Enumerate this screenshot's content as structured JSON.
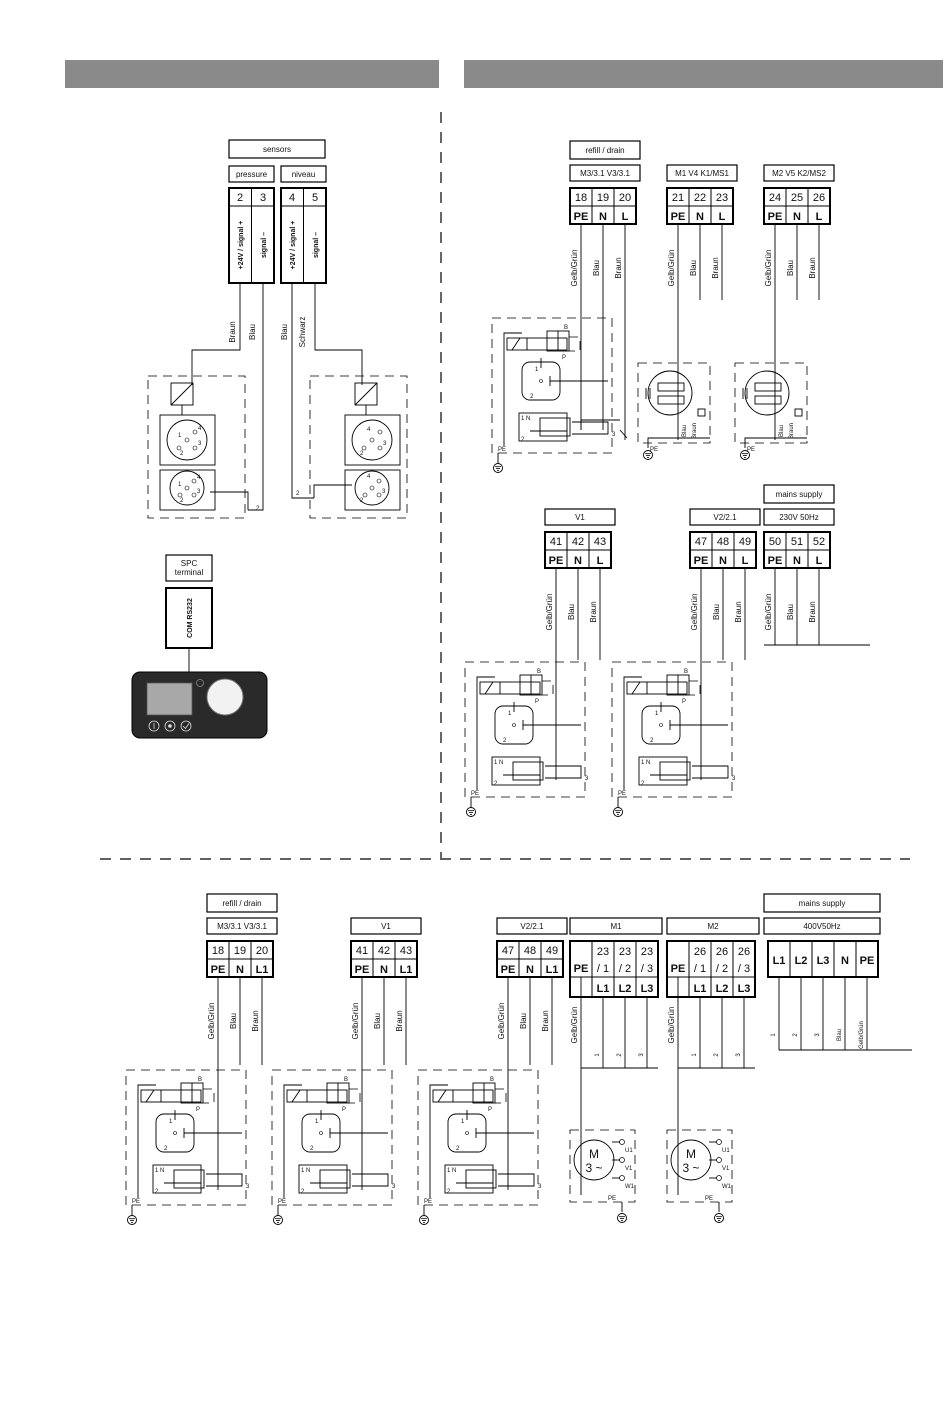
{
  "sensors": {
    "title": "sensors",
    "groups": [
      "pressure",
      "niveau"
    ],
    "terminals": [
      "2",
      "3",
      "4",
      "5"
    ],
    "signals": [
      "+24V / signal +",
      "signal –",
      "+24V / signal +",
      "signal –"
    ],
    "wires": [
      "Braun",
      "Blau",
      "Blau",
      "Schwarz"
    ]
  },
  "spc": {
    "title": "SPC terminal",
    "port": "COM RS232"
  },
  "single_phase": {
    "blocks": [
      {
        "header": "refill / drain",
        "label": "M3/3.1  V3/3.1",
        "terminals": [
          "18",
          "19",
          "20"
        ],
        "pins": [
          "PE",
          "N",
          "L"
        ],
        "wires": [
          "Gelb/Grün",
          "Blau",
          "Braun"
        ]
      },
      {
        "header": "",
        "label": "M1 V4  K1/MS1",
        "terminals": [
          "21",
          "22",
          "23"
        ],
        "pins": [
          "PE",
          "N",
          "L"
        ],
        "wires": [
          "Gelb/Grün",
          "Blau",
          "Braun"
        ]
      },
      {
        "header": "",
        "label": "M2 V5  K2/MS2",
        "terminals": [
          "24",
          "25",
          "26"
        ],
        "pins": [
          "PE",
          "N",
          "L"
        ],
        "wires": [
          "Gelb/Grün",
          "Blau",
          "Braun"
        ]
      },
      {
        "header": "",
        "label": "V1",
        "terminals": [
          "41",
          "42",
          "43"
        ],
        "pins": [
          "PE",
          "N",
          "L"
        ],
        "wires": [
          "Gelb/Grün",
          "Blau",
          "Braun"
        ]
      },
      {
        "header": "",
        "label": "V2/2.1",
        "terminals": [
          "47",
          "48",
          "49"
        ],
        "pins": [
          "PE",
          "N",
          "L"
        ],
        "wires": [
          "Gelb/Grün",
          "Blau",
          "Braun"
        ]
      },
      {
        "header": "mains supply",
        "label": "230V 50Hz",
        "terminals": [
          "50",
          "51",
          "52"
        ],
        "pins": [
          "PE",
          "N",
          "L"
        ],
        "wires": [
          "Gelb/Grün",
          "Blau",
          "Braun"
        ]
      }
    ]
  },
  "three_phase": {
    "blocks": [
      {
        "header": "refill / drain",
        "label": "M3/3.1  V3/3.1",
        "terminals": [
          "18",
          "19",
          "20"
        ],
        "pins": [
          "PE",
          "N",
          "L1"
        ],
        "wires": [
          "Gelb/Grün",
          "Blau",
          "Braun"
        ]
      },
      {
        "header": "",
        "label": "V1",
        "terminals": [
          "41",
          "42",
          "43"
        ],
        "pins": [
          "PE",
          "N",
          "L1"
        ],
        "wires": [
          "Gelb/Grün",
          "Blau",
          "Braun"
        ]
      },
      {
        "header": "",
        "label": "V2/2.1",
        "terminals": [
          "47",
          "48",
          "49"
        ],
        "pins": [
          "PE",
          "N",
          "L1"
        ],
        "wires": [
          "Gelb/Grün",
          "Blau",
          "Braun"
        ]
      }
    ],
    "motors": [
      {
        "label": "M1",
        "terminals": [
          "23",
          "23",
          "23"
        ],
        "subs": [
          "/ 1",
          "/ 2",
          "/ 3"
        ],
        "pe": "PE",
        "phases": [
          "L1",
          "L2",
          "L3"
        ],
        "wires": [
          "Gelb/Grün",
          "1",
          "2",
          "3"
        ]
      },
      {
        "label": "M2",
        "terminals": [
          "26",
          "26",
          "26"
        ],
        "subs": [
          "/ 1",
          "/ 2",
          "/ 3"
        ],
        "pe": "PE",
        "phases": [
          "L1",
          "L2",
          "L3"
        ],
        "wires": [
          "Gelb/Grün",
          "1",
          "2",
          "3"
        ]
      }
    ],
    "mains": {
      "header": "mains supply",
      "label": "400V50Hz",
      "pins": [
        "L1",
        "L2",
        "L3",
        "N",
        "PE"
      ],
      "wires": [
        "1",
        "2",
        "3",
        "Blau",
        "Gelb/Grün"
      ]
    }
  },
  "symbols": {
    "motor": "M",
    "motor_phase": "3 ~",
    "windings": [
      "U1",
      "V1",
      "W1"
    ],
    "valve": {
      "b": "B",
      "p": "P",
      "n": "N",
      "one": "1",
      "two": "2",
      "three": "3",
      "pe": "PE"
    },
    "sensor_pins": [
      "1",
      "2",
      "3",
      "4"
    ],
    "ground_wire": "2",
    "cap_labels": [
      "Blau",
      "Braun"
    ]
  },
  "colors": {
    "header_bar": "#8a8a8a",
    "pe_cell": "#d2d2d2",
    "device_face": "#2a2a2a"
  },
  "icons": [
    "ground-icon",
    "motor-icon",
    "solenoid-valve-icon",
    "pressure-sensor-icon",
    "capacitor-motor-icon",
    "spc-terminal-icon"
  ]
}
